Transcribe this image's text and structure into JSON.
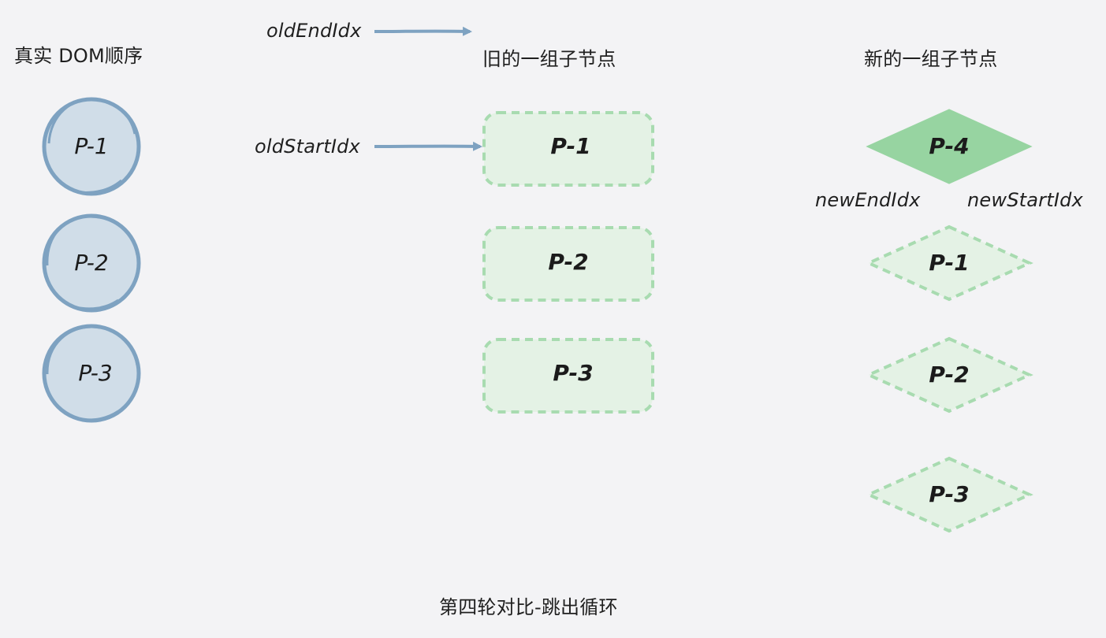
{
  "headings": {
    "real_dom_order": "真实 DOM顺序",
    "old_children": "旧的一组子节点",
    "new_children": "新的一组子节点"
  },
  "pointers": {
    "old_end_idx": "oldEndIdx",
    "old_start_idx": "oldStartIdx",
    "new_end_idx": "newEndIdx",
    "new_start_idx": "newStartIdx"
  },
  "real_dom_nodes": [
    {
      "label": "P-1"
    },
    {
      "label": "P-2"
    },
    {
      "label": "P-3"
    }
  ],
  "old_nodes": [
    {
      "label": "P-1"
    },
    {
      "label": "P-2"
    },
    {
      "label": "P-3"
    }
  ],
  "new_nodes": [
    {
      "label": "P-4",
      "status": "highlighted"
    },
    {
      "label": "P-1",
      "status": "dashed"
    },
    {
      "label": "P-2",
      "status": "dashed"
    },
    {
      "label": "P-3",
      "status": "dashed"
    }
  ],
  "caption": "第四轮对比-跳出循环",
  "colors": {
    "background": "#f3f3f5",
    "dom_circle_fill": "#d0dde8",
    "dom_circle_stroke": "#7ea2c1",
    "old_node_fill": "#e4f2e5",
    "old_node_stroke": "#a8dbb0",
    "new_highlight_fill": "#97d4a1",
    "pointer_arrow": "#7ea2c1",
    "text": "#1f1f1f"
  }
}
